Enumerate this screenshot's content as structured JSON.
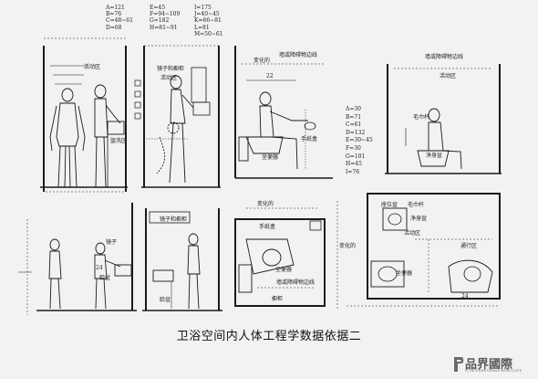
{
  "legend_left": {
    "col1": [
      "A=121",
      "B=76",
      "C=48~61",
      "D=68"
    ],
    "col2": [
      "E=45",
      "F=94~109",
      "G=182",
      "H=81~91"
    ],
    "col3": [
      "I=175",
      "J=40~45",
      "K=66~81",
      "L=81",
      "M=50~61"
    ]
  },
  "legend_right": [
    "A=30",
    "B=71",
    "C=61",
    "D=132",
    "E=30~45",
    "F=30",
    "G=101",
    "H=45",
    "I=76"
  ],
  "labels": {
    "p1_active": "活动区",
    "p1_wash": "盥洗区",
    "p2_mirror": "镜子和橱柜",
    "p2_active": "活动区",
    "p3_dim": "22",
    "p3_wall": "墙或障碍物边线",
    "p3_change": "变化的",
    "p3_paper": "手纸盒",
    "p3_toilet": "坐便器",
    "p4_wall": "墙或障碍物边线",
    "p4_active": "活动区",
    "p4_towel": "毛巾杆",
    "p4_bidet": "净身盆",
    "p5_mirror": "镜子",
    "p5_basin": "脸盆",
    "p5_dim": "24",
    "p6_mirror": "镜子和橱柜",
    "p6_basin": "脸盆",
    "p7_change": "变化的",
    "p7_paper": "手纸盒",
    "p7_wall": "墙或障碍物边线",
    "p7_toilet": "坐便器",
    "p7_cabinet": "橱柜",
    "p8_seat": "座位盆",
    "p8_towel": "毛巾杆",
    "p8_bidet": "净身盆",
    "p8_active": "活动区",
    "p8_pass": "通行区",
    "p8_toilet": "坐便器",
    "p8_change": "变化的",
    "p8_dim": "24"
  },
  "caption": "卫浴空间内人体工程学数据依据二",
  "logo": {
    "name": "品界國際",
    "sub": "PJ INTERNATIONAL ASSOCIATE"
  }
}
